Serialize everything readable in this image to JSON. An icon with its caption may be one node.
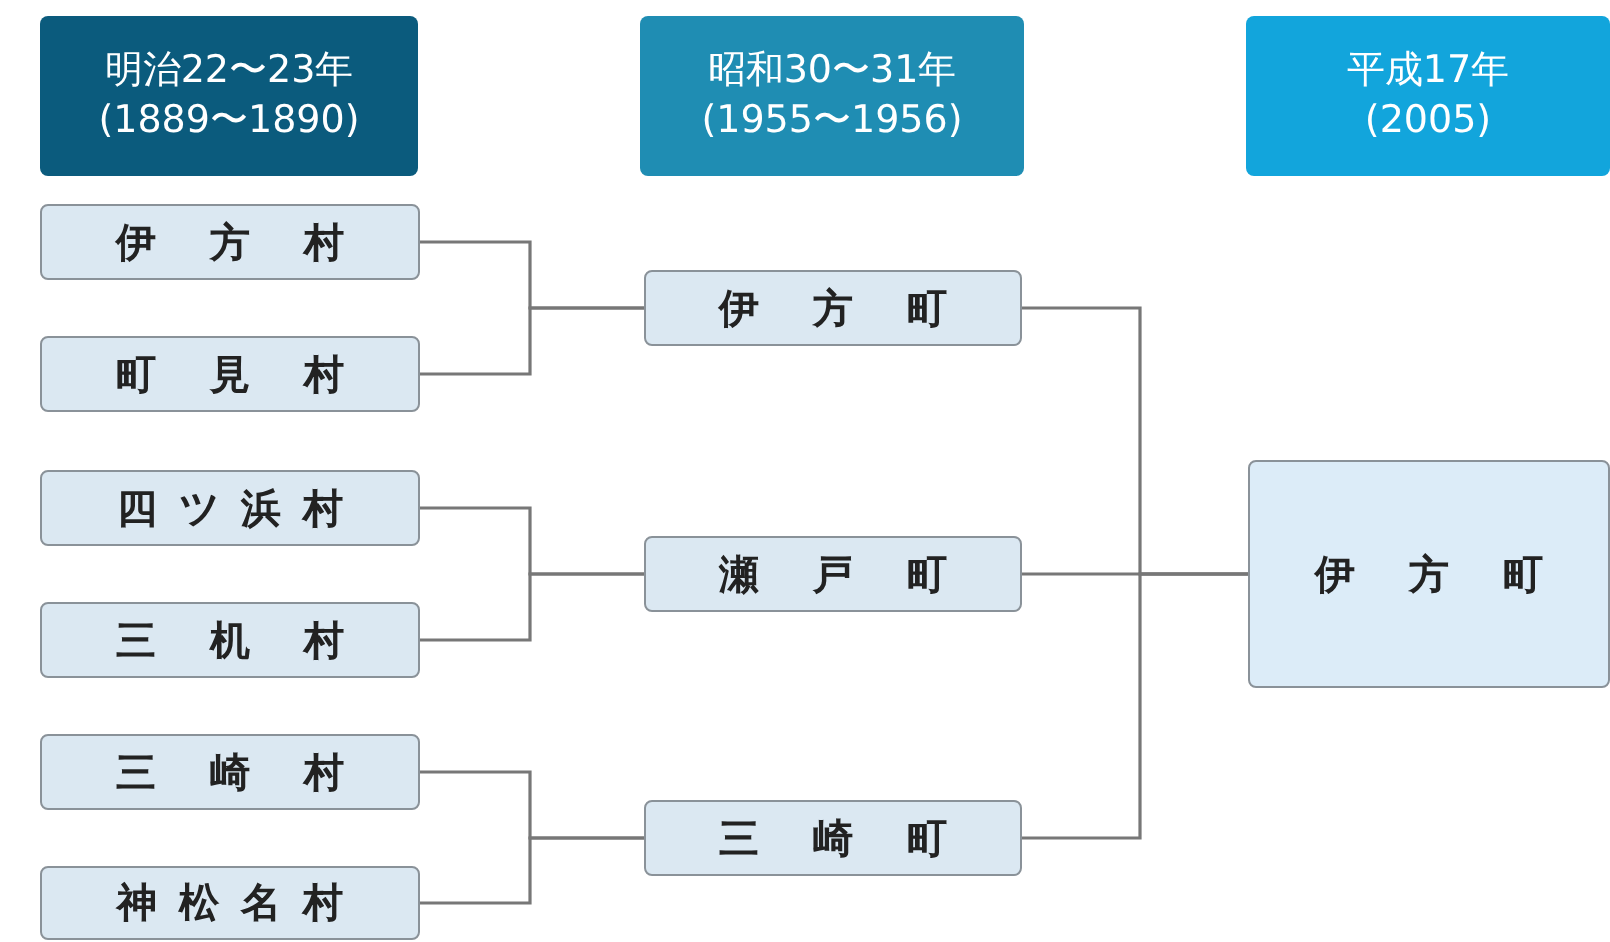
{
  "diagram": {
    "nodes": [
      {
        "text": [
          "明治22〜23年",
          "(1889〜1890)"
        ]
      },
      {
        "text": [
          "昭和30〜31年",
          "(1955〜1956)"
        ]
      },
      {
        "text": [
          "平成17年",
          "(2005)"
        ]
      },
      {
        "text": [
          "伊方村"
        ]
      },
      {
        "text": [
          "町見村"
        ]
      },
      {
        "text": [
          "四ツ浜村"
        ]
      },
      {
        "text": [
          "三机村"
        ]
      },
      {
        "text": [
          "三崎村"
        ]
      },
      {
        "text": [
          "神松名村"
        ]
      },
      {
        "text": [
          "伊方町"
        ]
      },
      {
        "text": [
          "瀬戸町"
        ]
      },
      {
        "text": [
          "三崎町"
        ]
      },
      {
        "text": [
          "伊方町"
        ]
      }
    ],
    "edges": [
      {
        "from": 3,
        "to": 9,
        "arrow": "none"
      },
      {
        "from": 4,
        "to": 9,
        "arrow": "none"
      },
      {
        "from": 5,
        "to": 10,
        "arrow": "none"
      },
      {
        "from": 6,
        "to": 10,
        "arrow": "none"
      },
      {
        "from": 7,
        "to": 11,
        "arrow": "none"
      },
      {
        "from": 8,
        "to": 11,
        "arrow": "none"
      },
      {
        "from": 9,
        "to": 12,
        "arrow": "none"
      },
      {
        "from": 10,
        "to": 12,
        "arrow": "none"
      },
      {
        "from": 11,
        "to": 12,
        "arrow": "none"
      }
    ]
  }
}
